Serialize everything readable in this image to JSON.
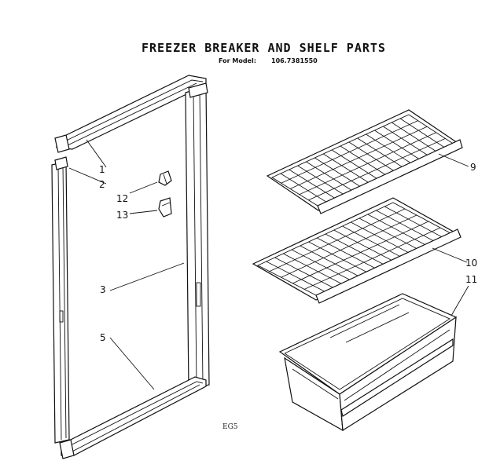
{
  "header": {
    "title": "FREEZER BREAKER AND SHELF PARTS",
    "model_label": "For Model:",
    "model_number": "106.7381550"
  },
  "callouts": [
    {
      "id": "1",
      "label": "1"
    },
    {
      "id": "2",
      "label": "2"
    },
    {
      "id": "12",
      "label": "12"
    },
    {
      "id": "13",
      "label": "13"
    },
    {
      "id": "3",
      "label": "3"
    },
    {
      "id": "5",
      "label": "5"
    },
    {
      "id": "9",
      "label": "9"
    },
    {
      "id": "10",
      "label": "10"
    },
    {
      "id": "11",
      "label": "11"
    }
  ],
  "footer": {
    "page_code": "EG5"
  }
}
